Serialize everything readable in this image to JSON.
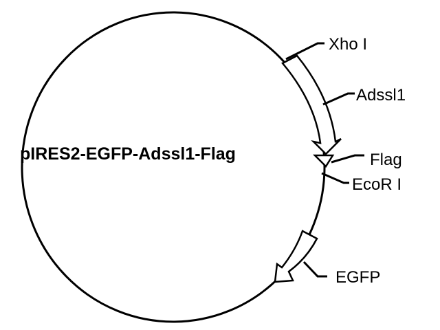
{
  "plasmid": {
    "name": "pIRES2-EGFP-Adssl1-Flag"
  },
  "features": {
    "xho": "Xho I",
    "adssl1": "Adssl1",
    "flag": "Flag",
    "ecor": "EcoR I",
    "egfp": "EGFP"
  },
  "colors": {
    "stroke": "#000000",
    "background": "#ffffff"
  }
}
